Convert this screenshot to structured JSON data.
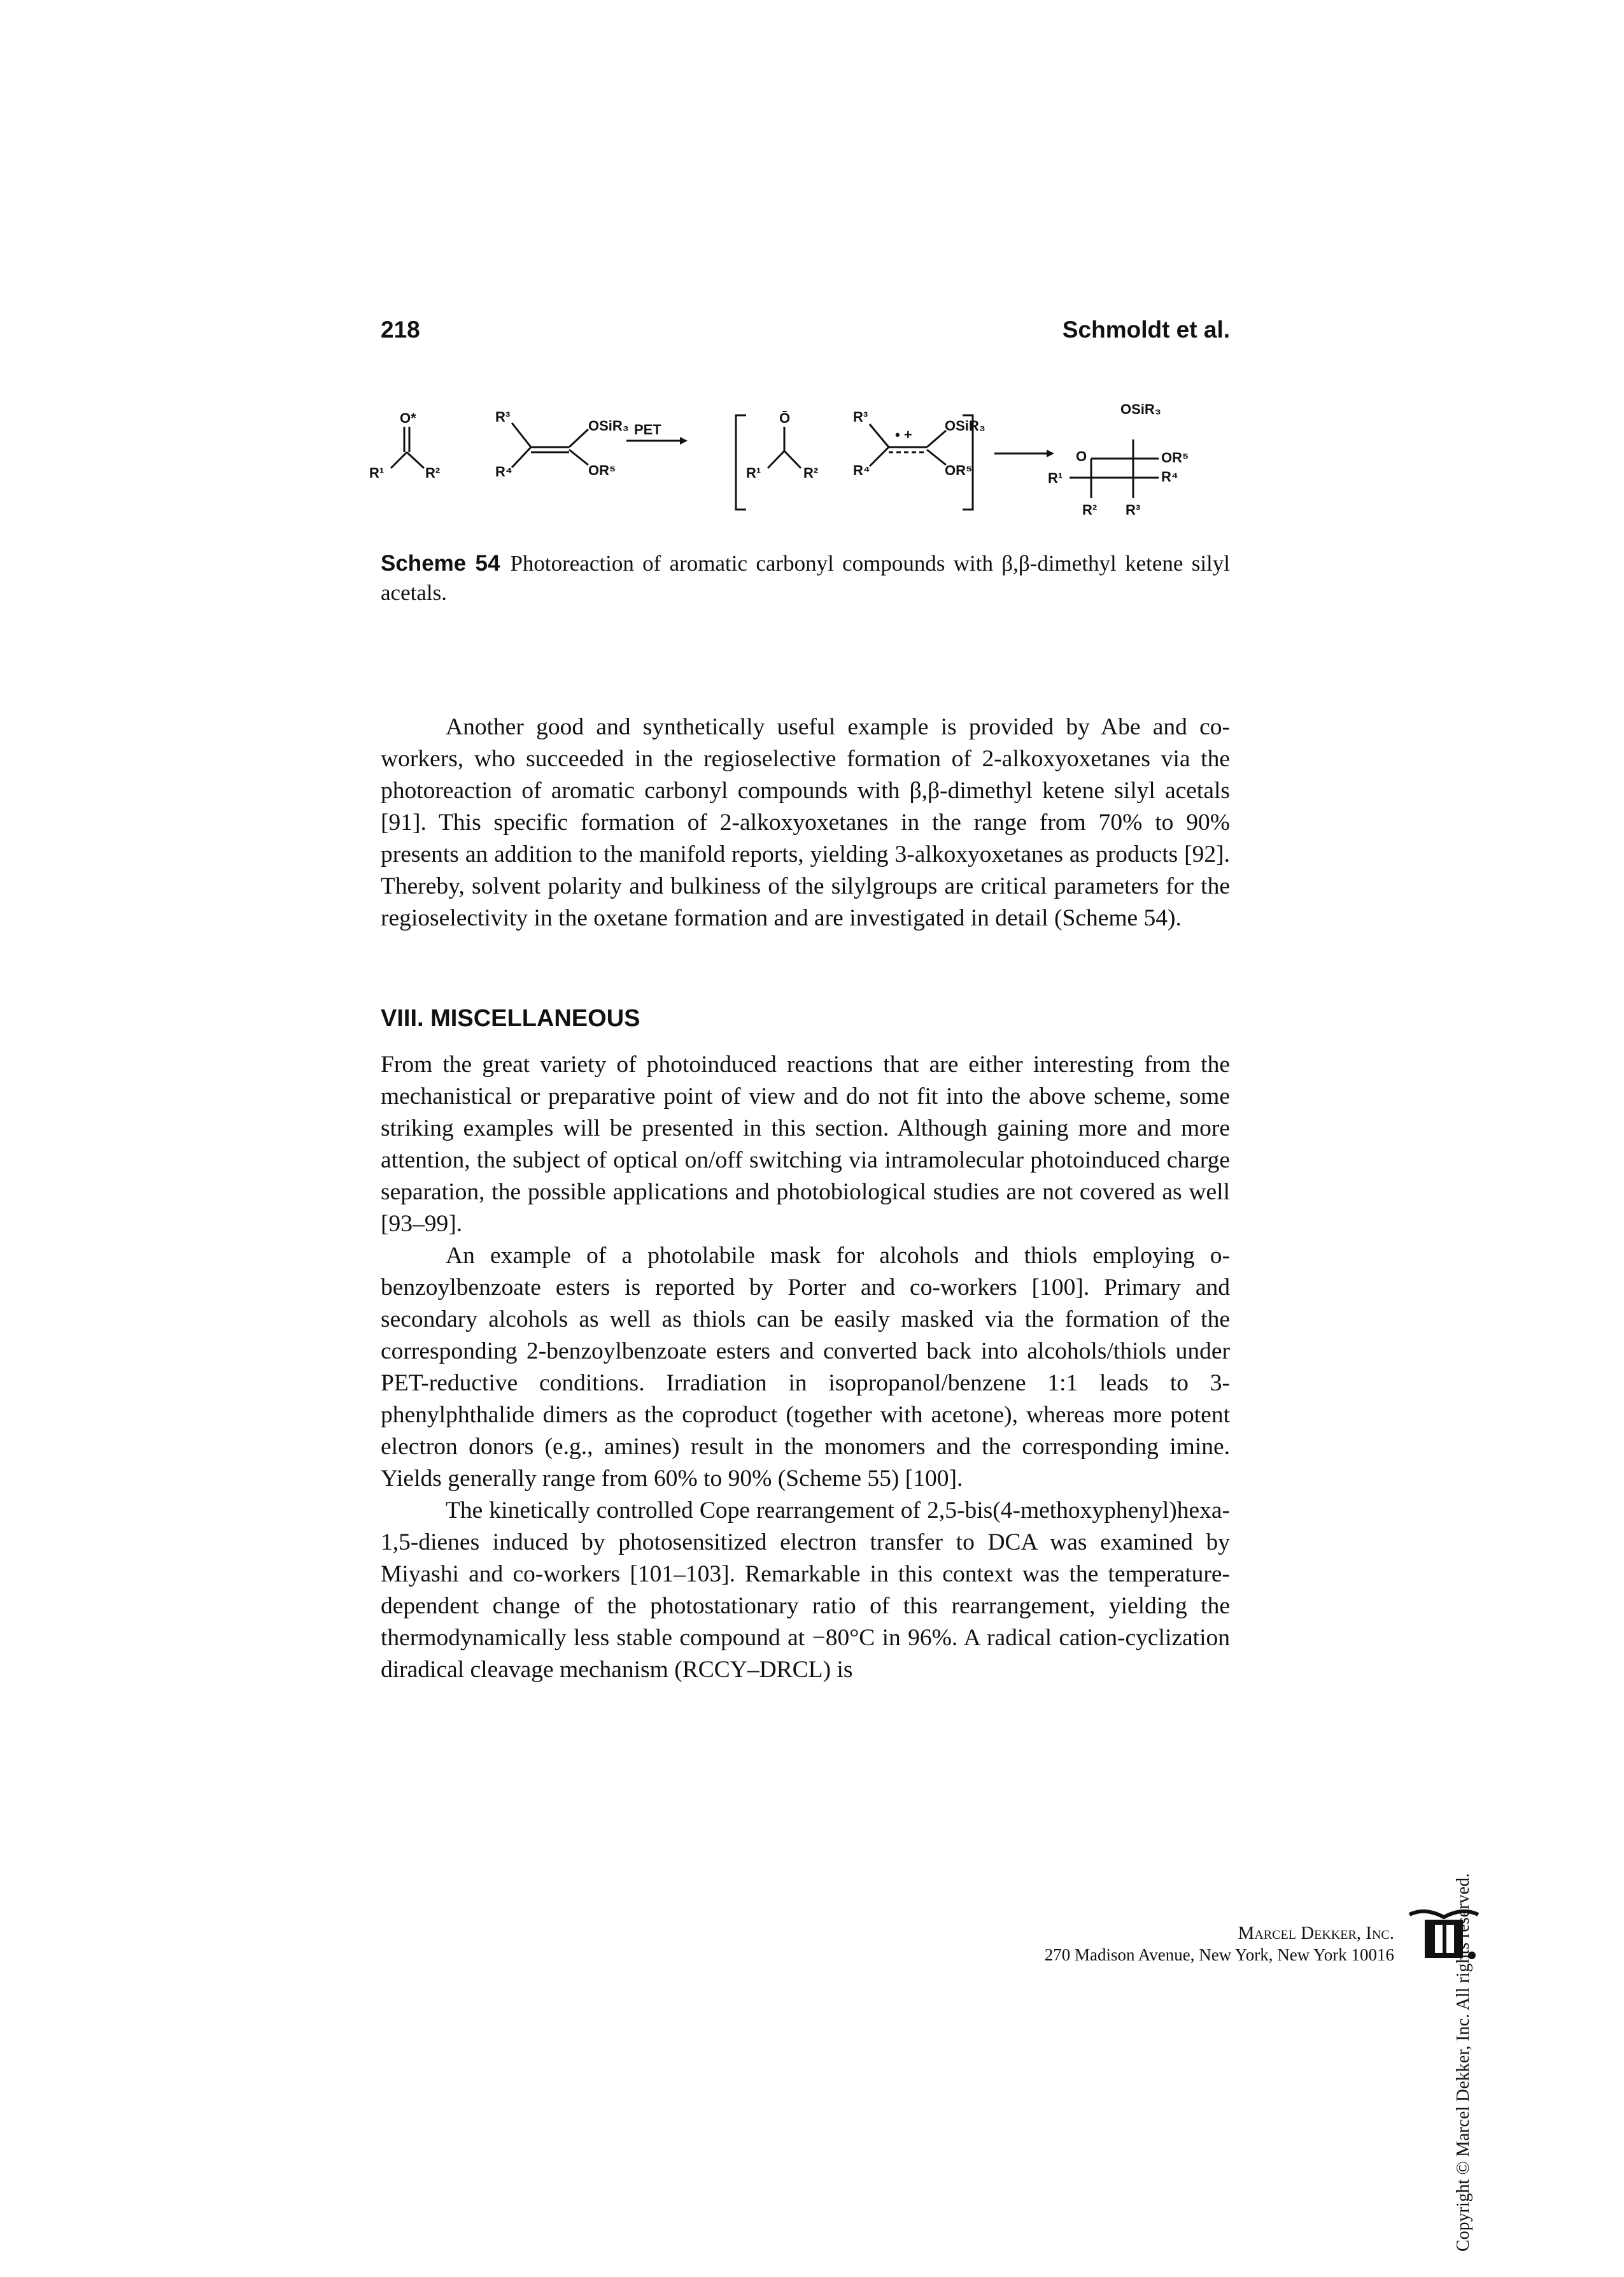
{
  "header": {
    "page_number": "218",
    "running_head": "Schmoldt et al."
  },
  "scheme": {
    "arrow_label": "PET",
    "labels": {
      "o_star": "O*",
      "r1": "R¹",
      "r2": "R²",
      "r3": "R³",
      "r4": "R⁴",
      "osir3": "OSiR₃",
      "or5": "OR⁵",
      "o_minus": "Ō",
      "o": "O",
      "radical_plus": "• +"
    }
  },
  "caption": {
    "label": "Scheme 54",
    "text": "Photoreaction of aromatic carbonyl compounds with β,β-dimethyl ketene silyl acetals."
  },
  "paragraphs_before": [
    "Another good and synthetically useful example is provided by Abe and co-workers, who succeeded in the regioselective formation of 2-alkoxyoxetanes via the photoreaction of aromatic carbonyl compounds with β,β-dimethyl ketene silyl acetals [91]. This specific formation of 2-alkoxyoxetanes in the range from 70% to 90% presents an addition to the manifold reports, yielding 3-alkoxyoxetanes as products [92]. Thereby, solvent polarity and bulkiness of the silylgroups are critical parameters for the regioselectivity in the oxetane formation and are investigated in detail (Scheme 54)."
  ],
  "section": {
    "heading": "VIII.  MISCELLANEOUS"
  },
  "paragraphs_after": [
    "From the great variety of photoinduced reactions that are either interesting from the mechanistical or preparative point of view and do not fit into the above scheme, some striking examples will be presented in this section. Although gaining more and more attention, the subject of optical on/off switching via intramolecular photoinduced charge separation, the possible applications and photobiological studies are not covered as well [93–99].",
    "An example of a photolabile mask for alcohols and thiols employing o-benzoylbenzoate esters is reported by Porter and co-workers [100]. Primary and secondary alcohols as well as thiols can be easily masked via the formation of the corresponding 2-benzoylbenzoate esters and converted back into alcohols/thiols under PET-reductive conditions. Irradiation in isopropanol/benzene 1:1 leads to 3-phenylphthalide dimers as the coproduct (together with acetone), whereas more potent electron donors (e.g., amines) result in the monomers and the corresponding imine. Yields generally range from 60% to 90% (Scheme 55) [100].",
    "The kinetically controlled Cope rearrangement of 2,5-bis(4-methoxyphenyl)hexa-1,5-dienes induced by photosensitized electron transfer to DCA was examined by Miyashi and co-workers [101–103]. Remarkable in this context was the temperature-dependent change of the photostationary ratio of this rearrangement, yielding the thermodynamically less stable compound at −80°C in 96%. A radical cation-cyclization diradical cleavage mechanism (RCCY–DRCL) is"
  ],
  "footer": {
    "copyright": "Copyright © Marcel Dekker, Inc. All rights reserved.",
    "publisher_name": "Marcel Dekker, Inc.",
    "publisher_address": "270 Madison Avenue, New York, New York 10016"
  }
}
